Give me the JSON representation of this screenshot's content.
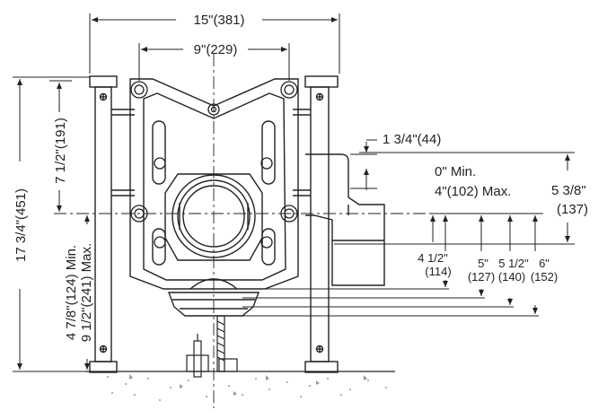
{
  "dimensions": {
    "overall_width": "15\"(381)",
    "bolt_spacing": "9\"(229)",
    "height_total": "17 3/4\"(451)",
    "height_upper": "7 1/2\"(191)",
    "outlet_min": "4 7/8\"(124) Min.",
    "outlet_max": "9 1/2\"(241) Max.",
    "side_offset": "1 3/4\"(44)",
    "range_min": "0\" Min.",
    "range_max": "4\"(102) Max.",
    "right_height": "5 3/8\"",
    "right_height_mm": "(137)",
    "d1": "4 1/2\"",
    "d1_mm": "(114)",
    "d2": "5\"",
    "d2_mm": "(127)",
    "d3": "5 1/2\"",
    "d3_mm": "(140)",
    "d4": "6\"",
    "d4_mm": "(152)"
  },
  "colors": {
    "line": "#222222",
    "ground": "#9a9a9a"
  }
}
